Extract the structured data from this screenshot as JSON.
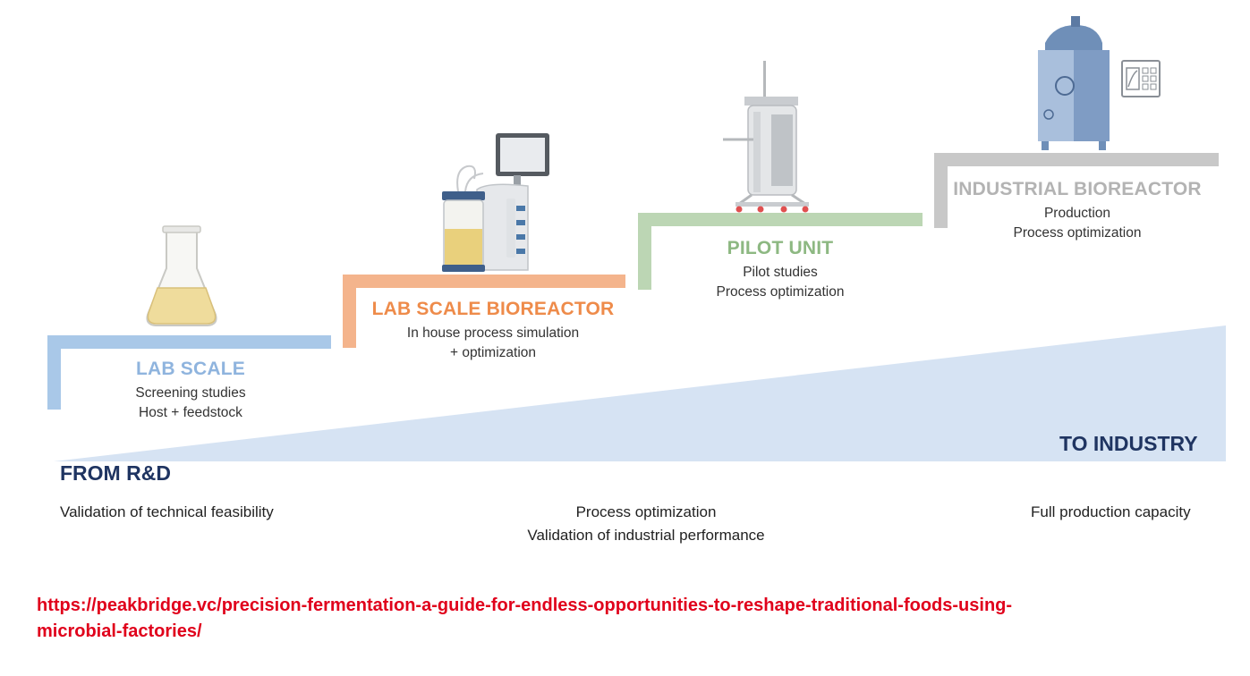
{
  "colors": {
    "lab": "#a9c8e8",
    "lab_title": "#8fb4de",
    "bioreactor": "#f4b48c",
    "bioreactor_title": "#ee8b4a",
    "pilot": "#bcd6b4",
    "pilot_title": "#8db882",
    "industrial": "#c8c8c8",
    "industrial_title": "#b3b3b3",
    "wedge": "#d6e3f3",
    "navy": "#1f3461",
    "link": "#e0001b"
  },
  "icons": [
    "flask-icon",
    "lab-bioreactor-icon",
    "pilot-unit-icon",
    "industrial-bioreactor-icon",
    "control-panel-icon"
  ],
  "stages": {
    "lab_scale": {
      "title": "LAB SCALE",
      "lines": [
        "Screening studies",
        "Host + feedstock"
      ]
    },
    "lab_bioreactor": {
      "title": "LAB SCALE BIOREACTOR",
      "lines": [
        "In house process simulation",
        "+ optimization"
      ]
    },
    "pilot_unit": {
      "title": "PILOT UNIT",
      "lines": [
        "Pilot studies",
        "Process optimization"
      ]
    },
    "industrial": {
      "title": "INDUSTRIAL BIOREACTOR",
      "lines": [
        "Production",
        "Process optimization"
      ]
    }
  },
  "axis": {
    "start": "FROM R&D",
    "end": "TO INDUSTRY"
  },
  "bottom": {
    "left": "Validation of technical feasibility",
    "center": [
      "Process optimization",
      "Validation of industrial performance"
    ],
    "right": "Full production capacity"
  },
  "source": {
    "line1": "https://peakbridge.vc/precision-fermentation-a-guide-for-endless-opportunities-to-reshape-traditional-foods-using-",
    "line2": "microbial-factories/"
  }
}
